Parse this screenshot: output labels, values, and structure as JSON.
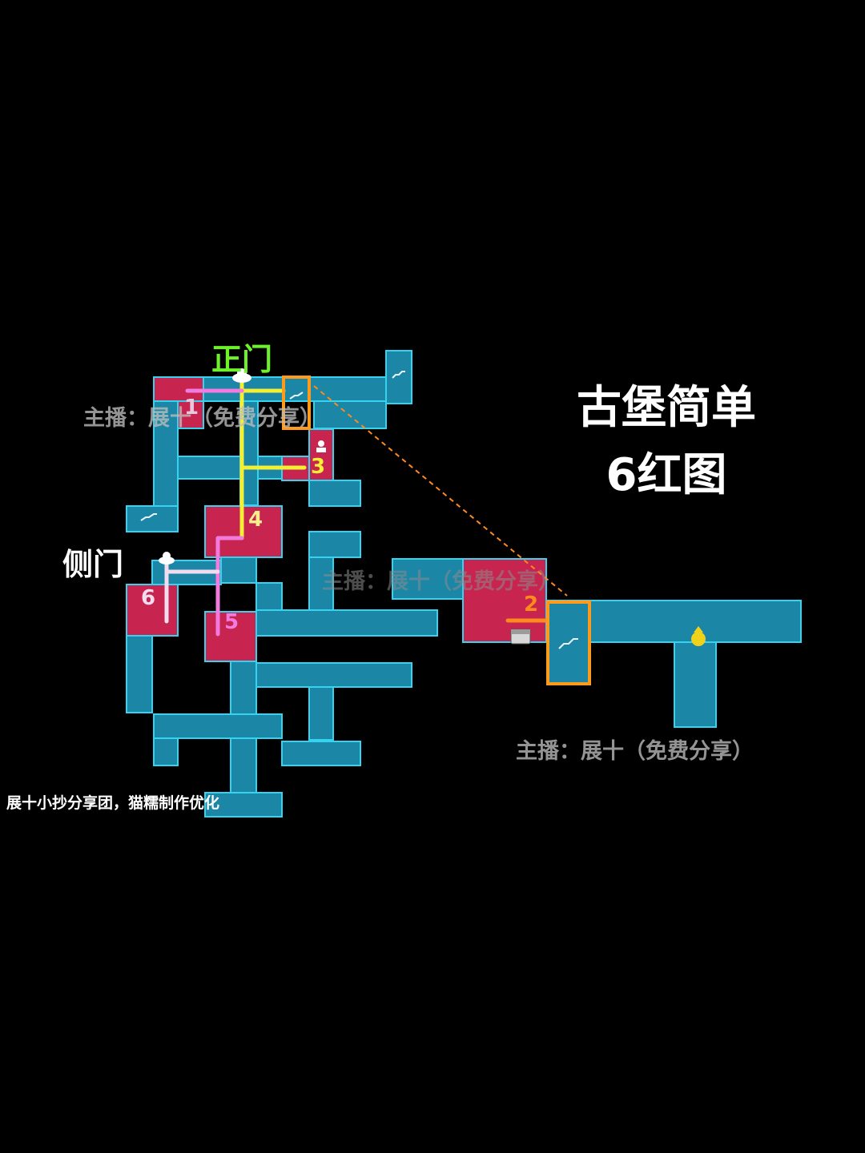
{
  "title_line1": "古堡简单",
  "title_line2": "6红图",
  "gates": {
    "main": "正门",
    "side": "侧门"
  },
  "watermark": "主播：展十（免费分享）",
  "credit": "展十小抄分享团，猫糯制作优化",
  "markers": {
    "m1": "1",
    "m2": "2",
    "m3": "3",
    "m4": "4",
    "m5": "5",
    "m6": "6"
  },
  "icons": {
    "main_gate": "cloud-icon",
    "side_gate": "cloud-icon",
    "stairs": "stairs-icon",
    "treasure": "treasure-chest-icon",
    "statue": "statue-icon",
    "waypoint": "waypoint-1-icon"
  },
  "colors": {
    "background": "#000000",
    "room": "#1b86a6",
    "room_outline": "#34d3f0",
    "red_room": "#c7244f",
    "main_gate_label": "#6ef02a",
    "route_yellow": "#f2ef34",
    "route_pink": "#f27be0",
    "route_white": "#ffffff",
    "route_orange": "#ff8a1e",
    "highlight_box": "#ff9b1a",
    "waypoint": "#f0d21a"
  }
}
